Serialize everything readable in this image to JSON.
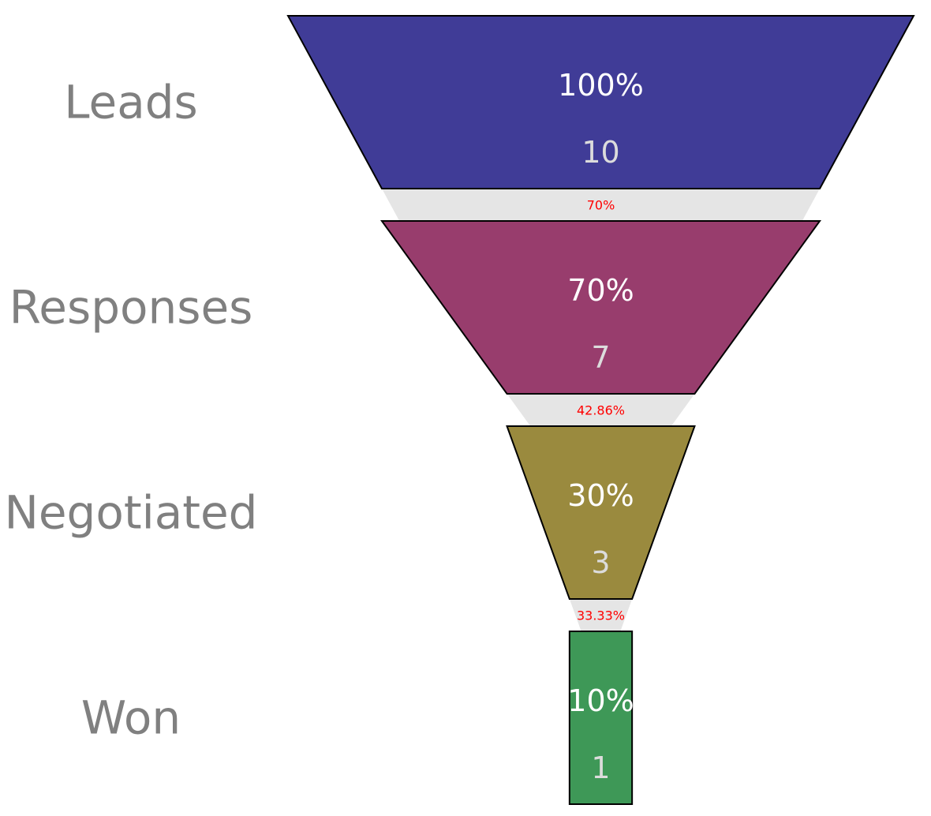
{
  "chart_data": {
    "type": "funnel",
    "title": "",
    "stages": [
      {
        "name": "Leads",
        "value": 10,
        "percent_label": "100%",
        "value_label": "10",
        "color": "#403c97"
      },
      {
        "name": "Responses",
        "value": 7,
        "percent_label": "70%",
        "value_label": "7",
        "color": "#983d6d"
      },
      {
        "name": "Negotiated",
        "value": 3,
        "percent_label": "30%",
        "value_label": "3",
        "color": "#9a8a3e"
      },
      {
        "name": "Won",
        "value": 1,
        "percent_label": "10%",
        "value_label": "1",
        "color": "#3e9857"
      }
    ],
    "conversions": [
      {
        "from": "Leads",
        "to": "Responses",
        "label": "70%"
      },
      {
        "from": "Responses",
        "to": "Negotiated",
        "label": "42.86%"
      },
      {
        "from": "Negotiated",
        "to": "Won",
        "label": "33.33%"
      }
    ],
    "connector_color": "#e5e5e5",
    "conversion_text_color": "#ff0000",
    "outline_color": "#000000"
  }
}
